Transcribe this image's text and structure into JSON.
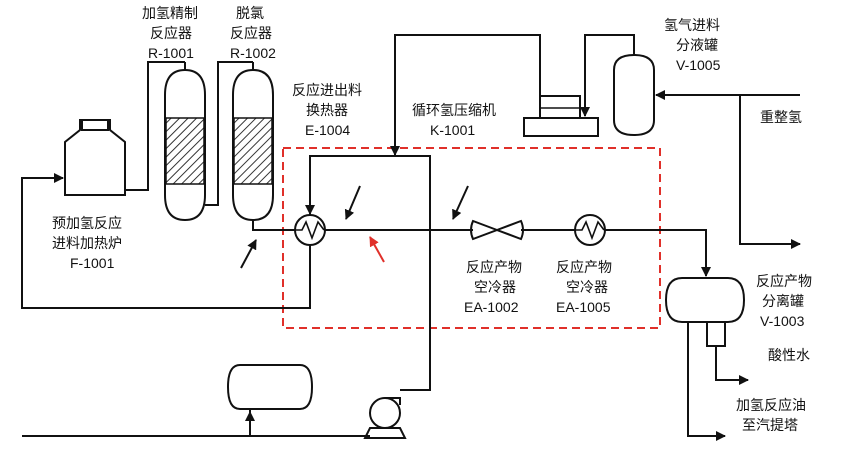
{
  "colors": {
    "line": "#111111",
    "dashed_box": "#e0302a",
    "red_arrow": "#e0302a",
    "hatch": "#333333"
  },
  "labels": {
    "r1001": [
      "加氢精制",
      "反应器",
      "R-1001"
    ],
    "r1002": [
      "脱氯",
      "反应器",
      "R-1002"
    ],
    "f1001": [
      "预加氢反应",
      "进料加热炉",
      "F-1001"
    ],
    "e1004": [
      "反应进出料",
      "换热器",
      "E-1004"
    ],
    "k1001": [
      "循环氢压缩机",
      "K-1001"
    ],
    "v1005": [
      "氢气进料",
      "分液罐",
      "V-1005"
    ],
    "reforming_h2": "重整氢",
    "ea1002": [
      "反应产物",
      "空冷器",
      "EA-1002"
    ],
    "ea1005": [
      "反应产物",
      "空冷器",
      "EA-1005"
    ],
    "v1003": [
      "反应产物",
      "分离罐",
      "V-1003"
    ],
    "acid_water": "酸性水",
    "oil_out": [
      "加氢反应油",
      "至汽提塔"
    ]
  }
}
